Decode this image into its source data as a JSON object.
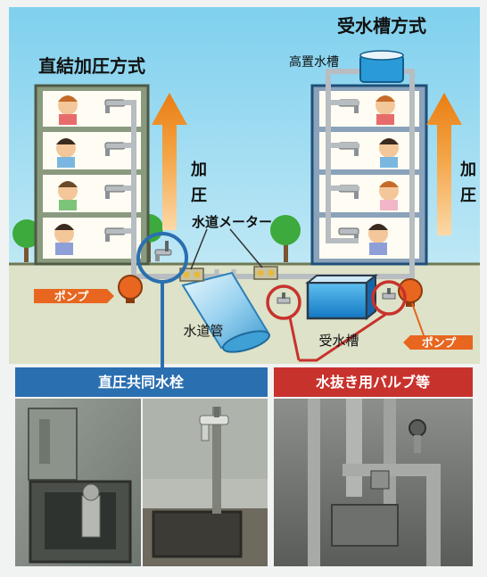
{
  "labels": {
    "direct_system": "直結加圧方式",
    "tank_system": "受水槽方式",
    "elevated_tank": "高置水槽",
    "pressurize_left_1": "加",
    "pressurize_left_2": "圧",
    "pressurize_right_1": "加",
    "pressurize_right_2": "圧",
    "water_meter": "水道メーター",
    "pump_left": "ポンプ",
    "pump_right": "ポンプ",
    "water_main": "水道管",
    "receiving_tank": "受水槽"
  },
  "banners": {
    "hydrant": "直圧共同水栓",
    "valves": "水抜き用バルブ等"
  },
  "colors": {
    "sky": "#5ec3e6",
    "ground": "#d9dfc4",
    "arrow": "#f08a1c",
    "hydrant_blue": "#2a6fb0",
    "valve_red": "#c8322d",
    "pump_orange": "#e8661f",
    "pipe_blue": "#7fc4ea",
    "tank_blue": "#1d8fd6"
  },
  "icons": [
    "faucet-icon",
    "pump-icon",
    "water-meter-icon",
    "person-icon",
    "tree-icon",
    "valve-icon"
  ]
}
